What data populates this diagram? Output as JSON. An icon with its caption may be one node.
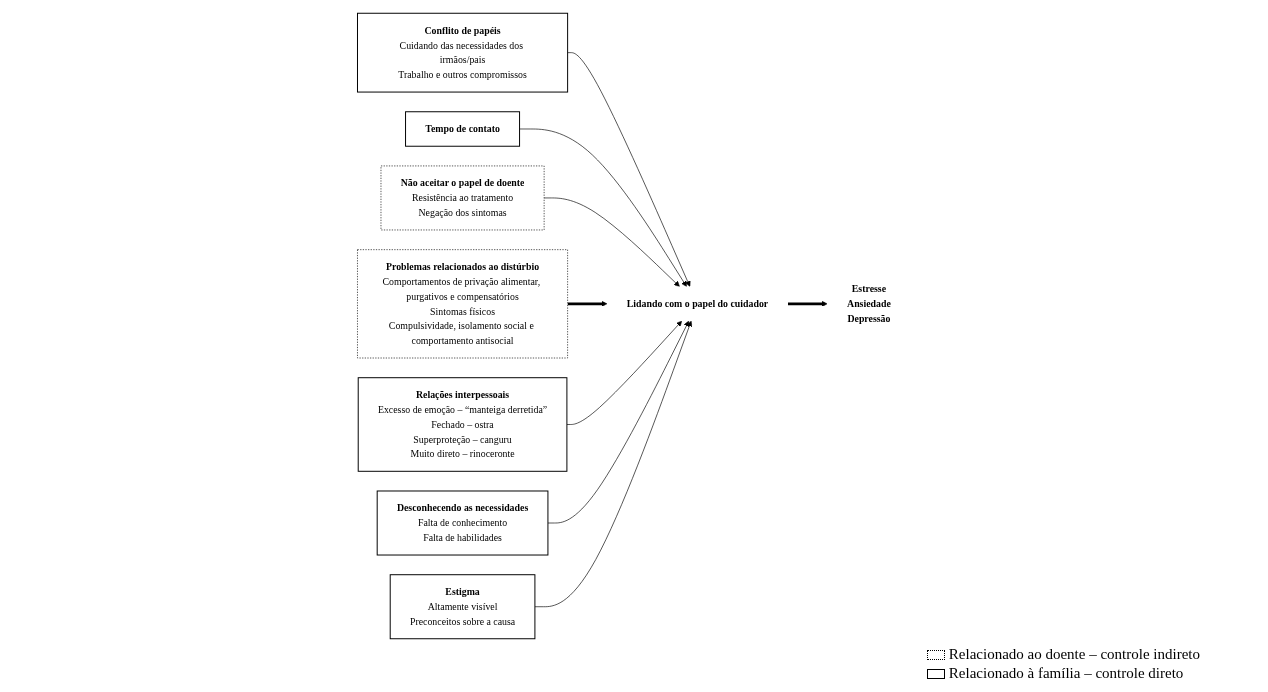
{
  "diagram": {
    "nodes": [
      {
        "text": [
          "Conflito de papéis",
          "Cuidando das necessidades dos irmãos/pais",
          "Trabalho e outros compromissos"
        ]
      },
      {
        "text": [
          "Tempo de contato"
        ]
      },
      {
        "text": [
          "Não aceitar o papel de doente",
          "Resistência ao tratamento",
          "Negação dos sintomas"
        ]
      },
      {
        "text": [
          "Problemas relacionados ao distúrbio",
          "Comportamentos de privação alimentar, purgativos e compensatórios",
          "Sintomas físicos",
          "Compulsividade, isolamento social e comportamento antisocial"
        ]
      },
      {
        "text": [
          "Lidando com o papel do cuidador"
        ]
      },
      {
        "text": [
          "Estresse",
          "Ansiedade",
          "Depressão"
        ]
      },
      {
        "text": [
          "Relações interpessoais",
          "Excesso de emoção – “manteiga derretida”",
          "Fechado – ostra",
          "Superproteção – canguru",
          "Muito direto – rinoceronte"
        ]
      },
      {
        "text": [
          "Desconhecendo as necessidades",
          "Falta de conhecimento",
          "Falta de habilidades"
        ]
      },
      {
        "text": [
          "Estigma",
          "Altamente visível",
          "Preconceitos sobre a causa"
        ]
      }
    ],
    "edges": [
      {
        "from": 0,
        "to": 4,
        "arrow": "to"
      },
      {
        "from": 1,
        "to": 4,
        "arrow": "to"
      },
      {
        "from": 2,
        "to": 4,
        "arrow": "to"
      },
      {
        "from": 3,
        "to": 4,
        "arrow": "to",
        "style": "thick"
      },
      {
        "from": 4,
        "to": 5,
        "arrow": "to",
        "style": "thick"
      },
      {
        "from": 6,
        "to": 4,
        "arrow": "to"
      },
      {
        "from": 7,
        "to": 4,
        "arrow": "to"
      },
      {
        "from": 8,
        "to": 4,
        "arrow": "to"
      }
    ],
    "legend": [
      {
        "text": "Relacionado ao doente – controle indireto"
      },
      {
        "text": "Relacionado à família – controle direto"
      }
    ]
  }
}
